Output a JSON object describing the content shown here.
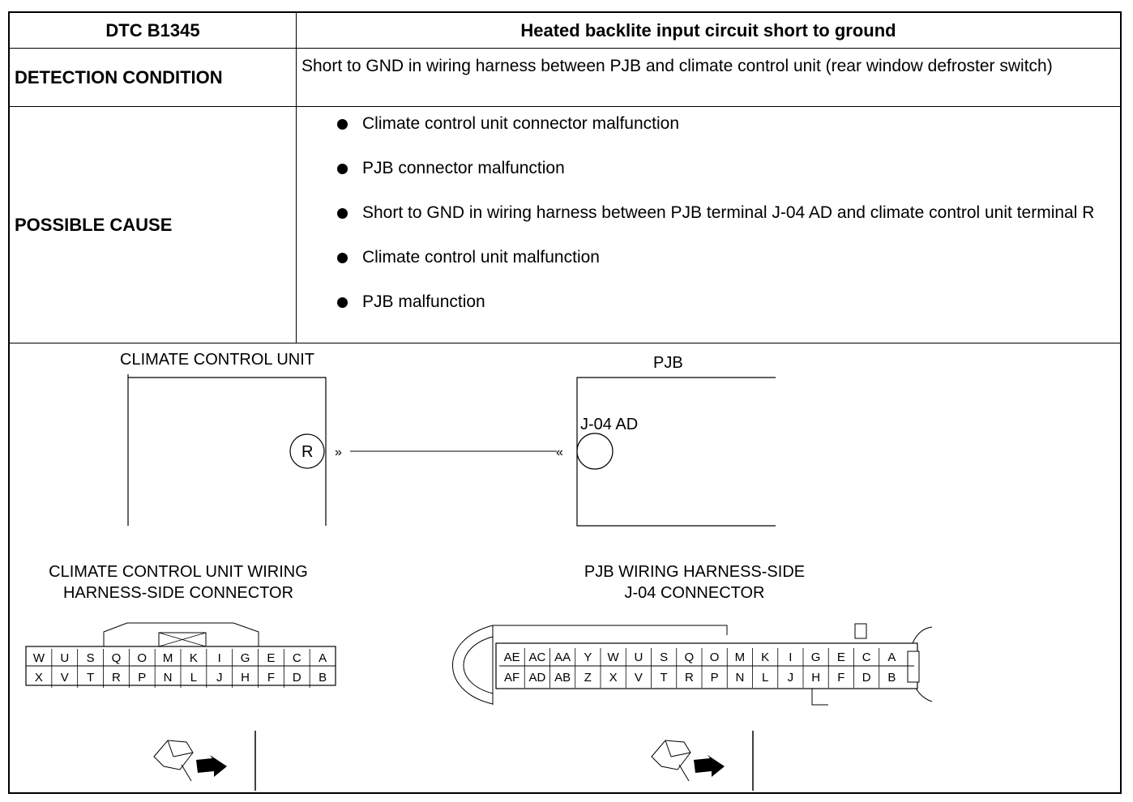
{
  "header": {
    "dtc_code": "DTC B1345",
    "dtc_title": "Heated backlite input circuit short to ground"
  },
  "detection": {
    "label": "DETECTION CONDITION",
    "text": "Short to GND in wiring harness between PJB and climate control unit (rear window defroster switch)"
  },
  "possible_cause": {
    "label": "POSSIBLE CAUSE",
    "items": [
      "Climate control unit connector malfunction",
      "PJB connector malfunction",
      "Short to GND in wiring harness between PJB terminal J-04 AD and climate control unit terminal R",
      "Climate control unit malfunction",
      "PJB malfunction"
    ]
  },
  "diagram": {
    "ccu_title": "CLIMATE CONTROL UNIT",
    "ccu_terminal": "R",
    "pjb_title": "PJB",
    "pjb_terminal": "J-04 AD",
    "ccu_connector_title_1": "CLIMATE CONTROL UNIT WIRING",
    "ccu_connector_title_2": "HARNESS-SIDE CONNECTOR",
    "pjb_connector_title_1": "PJB WIRING HARNESS-SIDE",
    "pjb_connector_title_2": "J-04 CONNECTOR",
    "ccu_pins_top": [
      "W",
      "U",
      "S",
      "Q",
      "O",
      "M",
      "K",
      "I",
      "G",
      "E",
      "C",
      "A"
    ],
    "ccu_pins_bottom": [
      "X",
      "V",
      "T",
      "R",
      "P",
      "N",
      "L",
      "J",
      "H",
      "F",
      "D",
      "B"
    ],
    "pjb_pins_top": [
      "AE",
      "AC",
      "AA",
      "Y",
      "W",
      "U",
      "S",
      "Q",
      "O",
      "M",
      "K",
      "I",
      "G",
      "E",
      "C",
      "A"
    ],
    "pjb_pins_bottom": [
      "AF",
      "AD",
      "AB",
      "Z",
      "X",
      "V",
      "T",
      "R",
      "P",
      "N",
      "L",
      "J",
      "H",
      "F",
      "D",
      "B"
    ]
  }
}
